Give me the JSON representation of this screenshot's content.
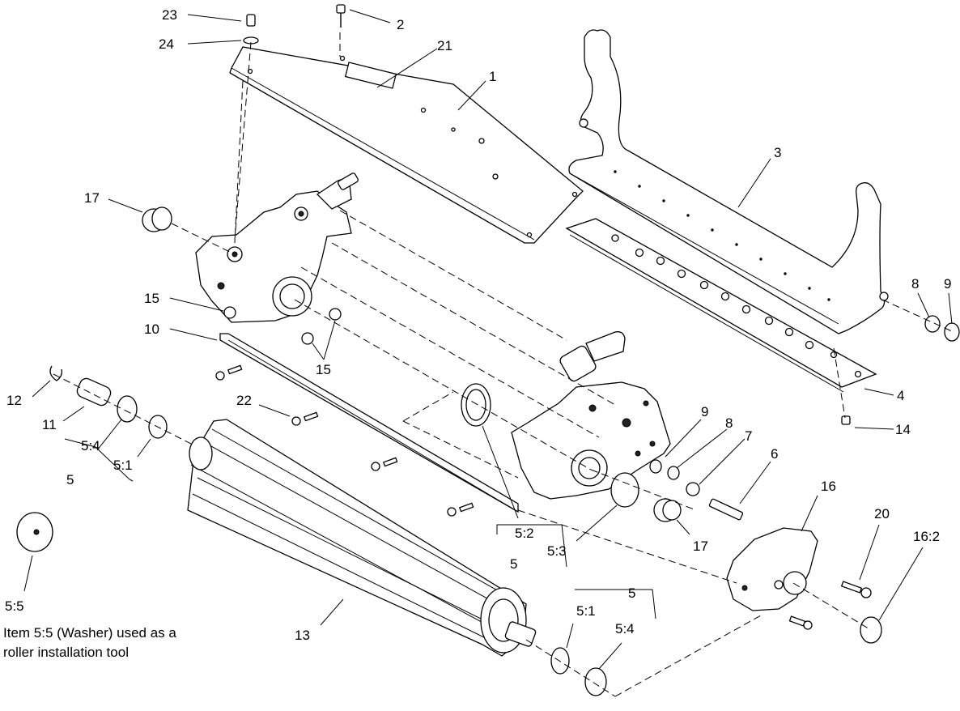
{
  "callouts": {
    "c23": "23",
    "c2": "2",
    "c24": "24",
    "c21": "21",
    "c1": "1",
    "c3": "3",
    "c17a": "17",
    "c15a": "15",
    "c15b": "15",
    "c10": "10",
    "c8a": "8",
    "c9a": "9",
    "c12": "12",
    "c11": "11",
    "c22": "22",
    "c4": "4",
    "c14": "14",
    "c54a": "5:4",
    "c51a": "5:1",
    "c5a": "5",
    "c9b": "9",
    "c8b": "8",
    "c7": "7",
    "c6": "6",
    "c16": "16",
    "c20": "20",
    "c162": "16:2",
    "c52": "5:2",
    "c53": "5:3",
    "c5b": "5",
    "c17b": "17",
    "c55": "5:5",
    "c13": "13",
    "c5c": "5",
    "c51b": "5:1",
    "c54b": "5:4"
  },
  "note": {
    "line1": "Item 5:5 (Washer) used as a",
    "line2": "roller installation tool"
  }
}
